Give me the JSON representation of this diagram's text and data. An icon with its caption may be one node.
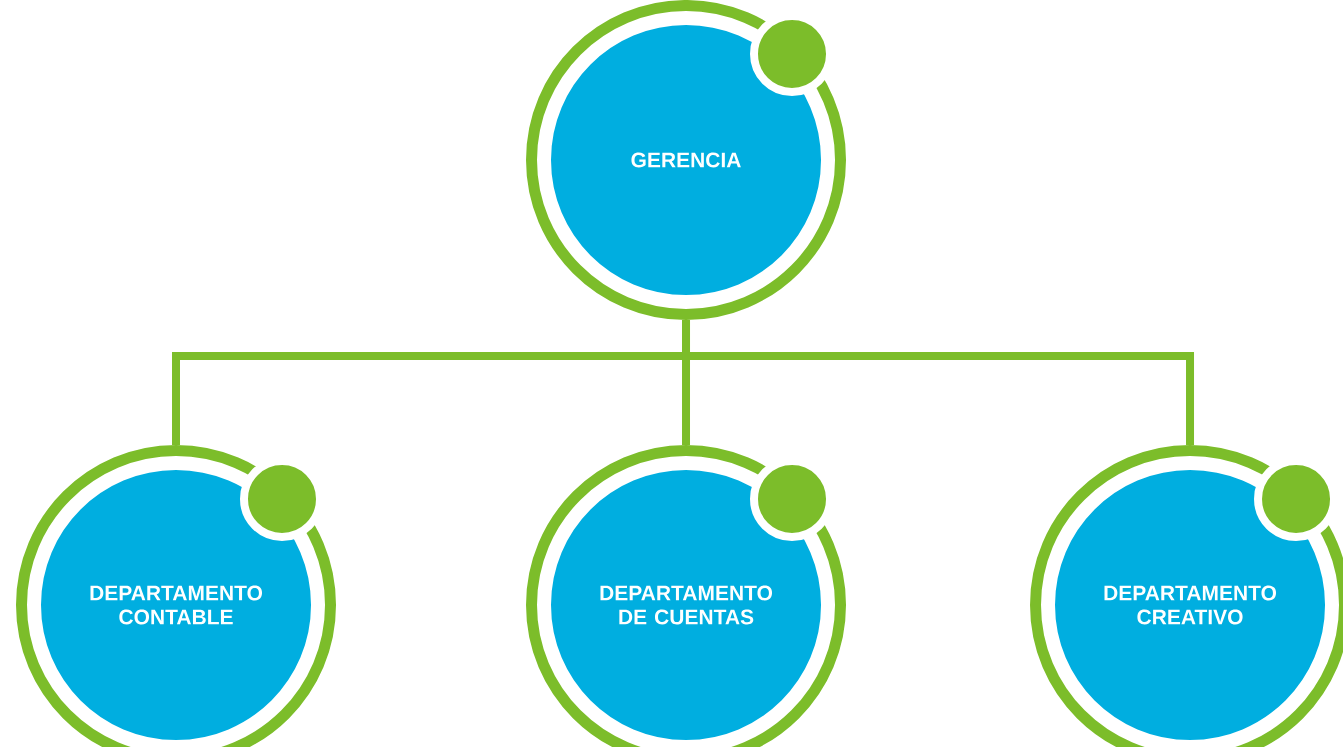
{
  "diagram": {
    "nodes": [
      {
        "text": [
          "GERENCIA"
        ]
      },
      {
        "text": [
          "DEPARTAMENTO CONTABLE"
        ]
      },
      {
        "text": [
          "DEPARTAMENTO DE CUENTAS"
        ]
      },
      {
        "text": [
          "DEPARTAMENTO CREATIVO"
        ]
      }
    ],
    "edges": [
      {
        "from": 0,
        "to": 1,
        "arrow": "none"
      },
      {
        "from": 0,
        "to": 2,
        "arrow": "none"
      },
      {
        "from": 0,
        "to": 3,
        "arrow": "none"
      }
    ]
  }
}
